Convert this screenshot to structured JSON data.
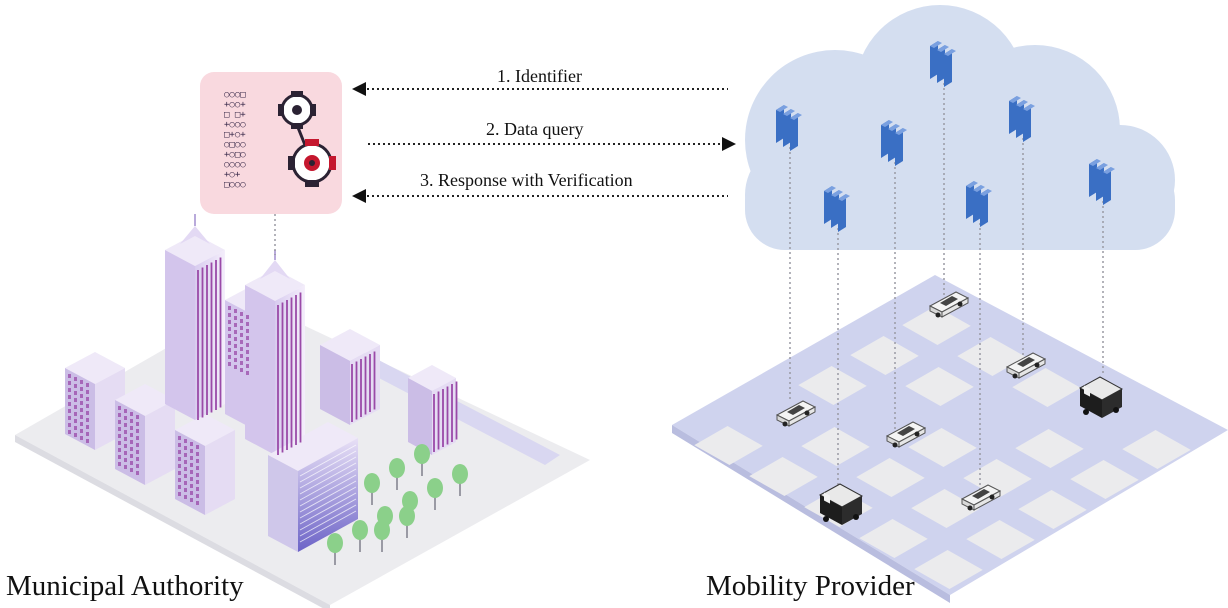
{
  "entities": {
    "left": "Municipal Authority",
    "right": "Mobility Provider"
  },
  "messages": [
    {
      "step": "1. Identifier",
      "direction": "to-left"
    },
    {
      "step": "2. Data query",
      "direction": "to-right"
    },
    {
      "step": "3. Response with Verification",
      "direction": "to-left"
    }
  ],
  "colors": {
    "card": "#f9d9df",
    "cloud": "#d4def0",
    "server": "#3a6fc4",
    "road": "#cfd3ee",
    "block": "#ebebed",
    "building": "#c7b8e6",
    "window": "#9a4aa8",
    "tree": "#8bd08a"
  },
  "icons": [
    "gear-cog-icon",
    "grid-symbols-icon",
    "server-icon",
    "car-icon",
    "shuttle-bus-icon",
    "tree-icon"
  ]
}
